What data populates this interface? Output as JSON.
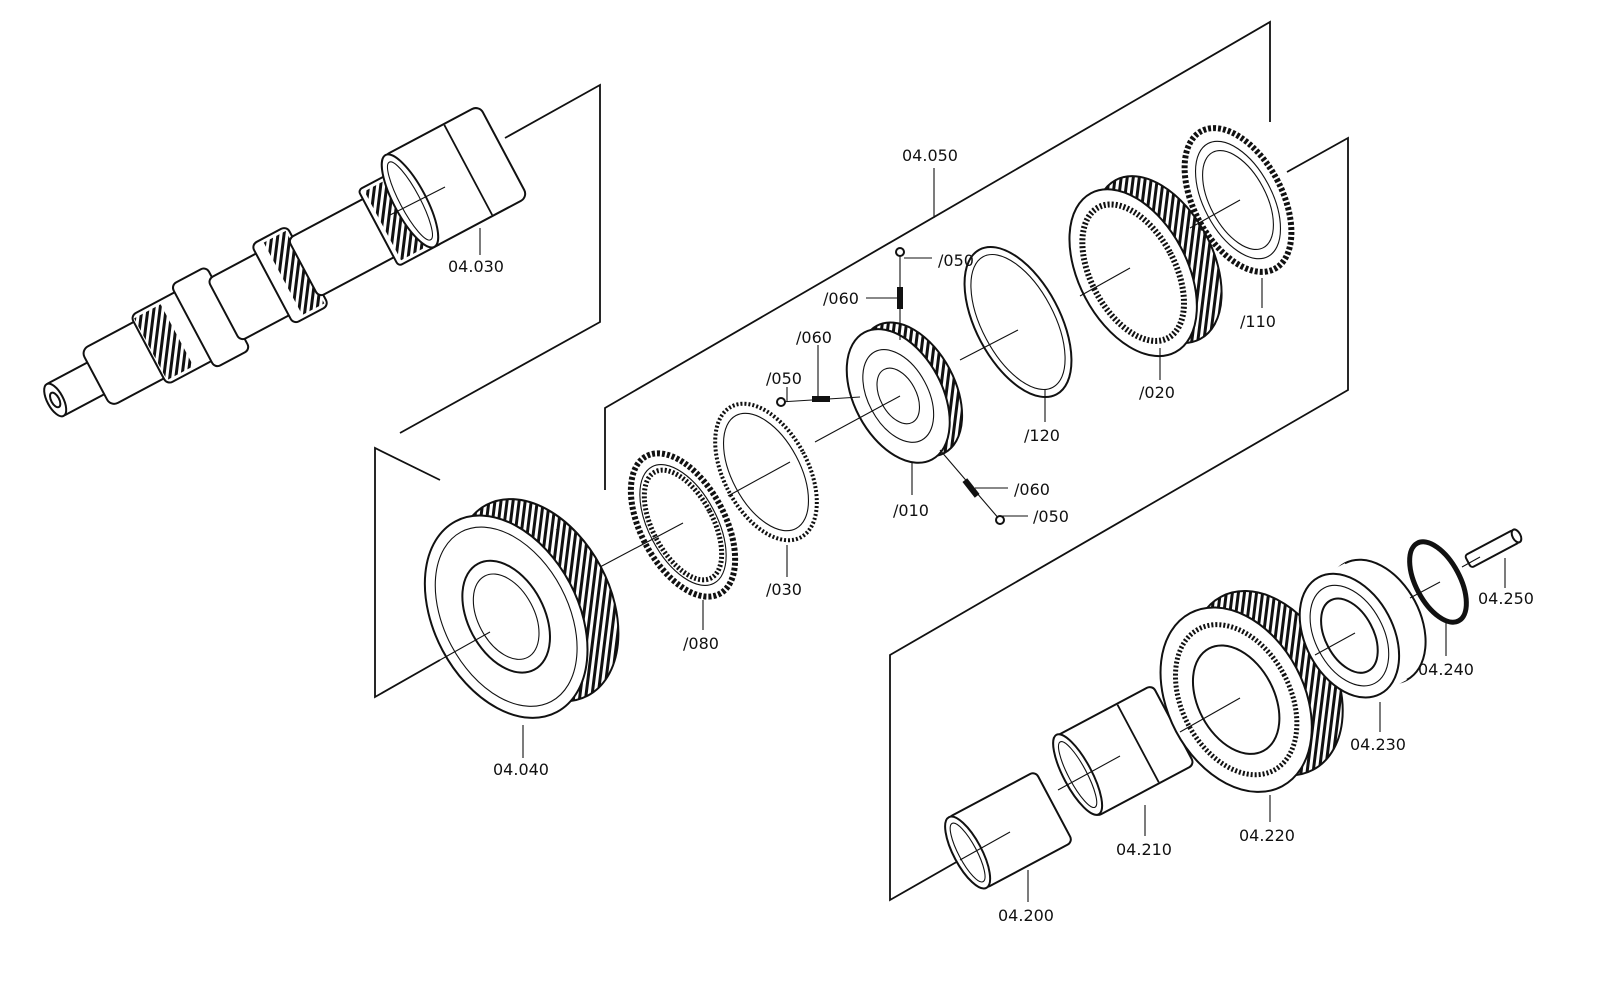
{
  "colors": {
    "ink": "#111111",
    "paper": "#ffffff"
  },
  "labels": {
    "p04_030": "04.030",
    "p04_040": "04.040",
    "p04_050": "04.050",
    "p050_top": "/050",
    "p060_top": "/060",
    "p060_left": "/060",
    "p050_left": "/050",
    "p010": "/010",
    "p030": "/030",
    "p080": "/080",
    "p120": "/120",
    "p020": "/020",
    "p110": "/110",
    "p060_right": "/060",
    "p050_right": "/050",
    "p04_200": "04.200",
    "p04_210": "04.210",
    "p04_220": "04.220",
    "p04_230": "04.230",
    "p04_240": "04.240",
    "p04_250": "04.250"
  }
}
